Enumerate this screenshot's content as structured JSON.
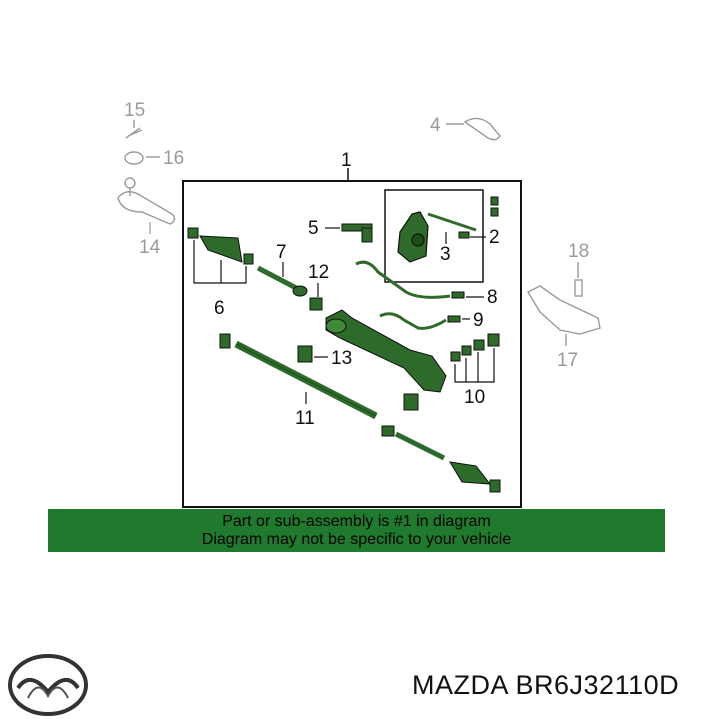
{
  "diagram": {
    "main_label": "1",
    "callouts": {
      "c2": "2",
      "c3": "3",
      "c5": "5",
      "c6": "6",
      "c7": "7",
      "c8": "8",
      "c9": "9",
      "c10": "10",
      "c11": "11",
      "c12": "12",
      "c13": "13"
    },
    "outside_callouts": {
      "c4": "4",
      "c14": "14",
      "c15": "15",
      "c16": "16",
      "c17": "17",
      "c18": "18"
    },
    "part_color": "#2e6b2a",
    "grey_color": "#9a9a9a"
  },
  "banner": {
    "line1": "Part or sub-assembly is #1 in diagram",
    "line2": "Diagram may not be specific to your vehicle",
    "background": "#1f7a2e"
  },
  "footer": {
    "part_number": "MAZDA BR6J32110D",
    "logo_icon": "mazda-logo-icon"
  }
}
